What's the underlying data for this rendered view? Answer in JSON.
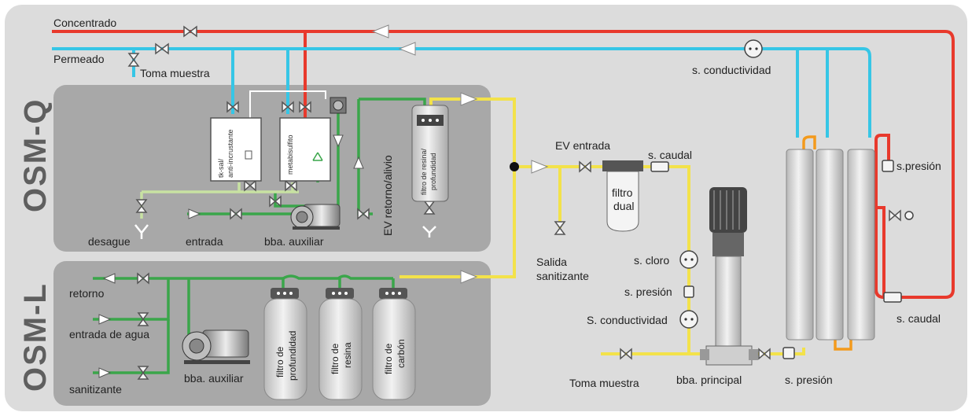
{
  "sections": {
    "upper": "OSM-Q",
    "lower": "OSM-L"
  },
  "lines": {
    "concentrate": "Concentrado",
    "permeate": "Permeado"
  },
  "labels": {
    "toma_muestra_top": "Toma muestra",
    "s_conductividad_top": "s. conductividad",
    "desague": "desague",
    "entrada": "entrada",
    "bba_auxiliar_q": "bba. auxiliar",
    "ev_retorno": "EV retorno/alivio",
    "ev_entrada": "EV entrada",
    "s_caudal_mid": "s. caudal",
    "filtro_dual_1": "filtro",
    "filtro_dual_2": "dual",
    "salida_1": "Salida",
    "salida_2": "sanitizante",
    "s_cloro": "s. cloro",
    "s_presion_mid": "s. presión",
    "s_conductividad_mid": "S. conductividad",
    "toma_muestra_bottom": "Toma muestra",
    "bba_principal": "bba. principal",
    "s_presion_bottom": "s. presión",
    "s_presion_right": "s.presión",
    "s_caudal_right": "s. caudal",
    "retorno": "retorno",
    "entrada_de_agua": "entrada de agua",
    "sanitizante": "sanitizante",
    "bba_auxiliar_l": "bba. auxiliar"
  },
  "tanks": {
    "anti_1": "tk-sal/",
    "anti_2": "anti-incrustante",
    "metabisulfito": "metabisulfito",
    "resina_prof_1": "filtro de resina/",
    "resina_prof_2": "profundidad"
  },
  "filters": {
    "profundidad_1": "filtro de",
    "profundidad_2": "profundidad",
    "resina_1": "filtro de",
    "resina_2": "resina",
    "carbon_1": "filtro de",
    "carbon_2": "carbón"
  },
  "colors": {
    "background": "#dcdcdc",
    "panel": "#a8a8a8",
    "concentrate": "#e8392c",
    "permeate": "#36c6e6",
    "feed": "#f3e24a",
    "green": "#3aa64a",
    "light_green": "#c8e2a2",
    "orange": "#f39a1c"
  }
}
